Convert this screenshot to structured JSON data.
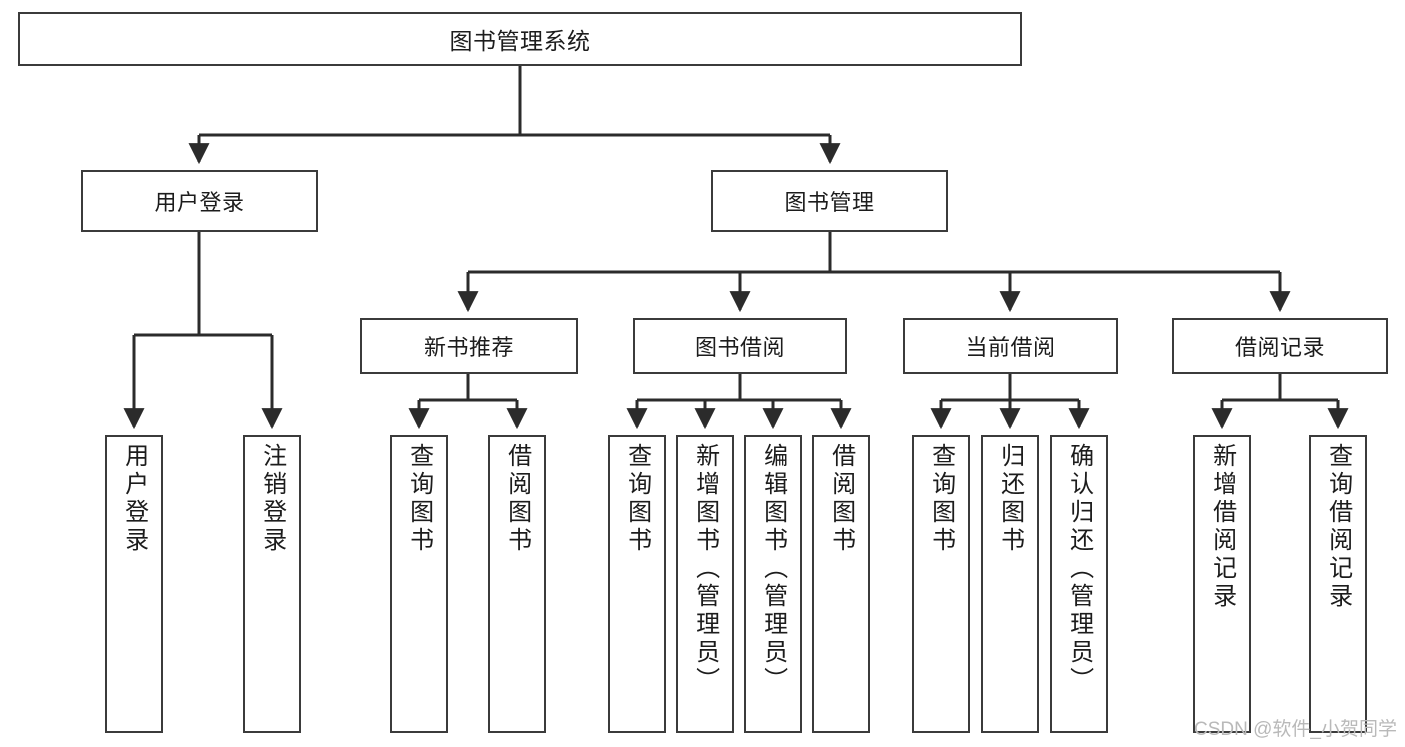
{
  "diagram": {
    "title": "图书管理系统",
    "watermark": "CSDN @软件_小贺同学",
    "stroke_color": "#3b3b3b",
    "background_color": "#ffffff",
    "text_color": "#1c1c1c",
    "watermark_color": "#b9b9b9",
    "root": {
      "label": "图书管理系统"
    },
    "level2": [
      {
        "label": "用户登录"
      },
      {
        "label": "图书管理"
      }
    ],
    "level3": [
      {
        "label": "新书推荐"
      },
      {
        "label": "图书借阅"
      },
      {
        "label": "当前借阅"
      },
      {
        "label": "借阅记录"
      }
    ],
    "leaves": {
      "user_login": [
        {
          "label": "用户登录"
        },
        {
          "label": "注销登录"
        }
      ],
      "new_book_recommend": [
        {
          "label": "查询图书"
        },
        {
          "label": "借阅图书"
        }
      ],
      "book_borrow": [
        {
          "label": "查询图书"
        },
        {
          "label": "新增图书（管理员）"
        },
        {
          "label": "编辑图书（管理员）"
        },
        {
          "label": "借阅图书"
        }
      ],
      "current_borrow": [
        {
          "label": "查询图书"
        },
        {
          "label": "归还图书"
        },
        {
          "label": "确认归还（管理员）"
        }
      ],
      "borrow_record": [
        {
          "label": "新增借阅记录"
        },
        {
          "label": "查询借阅记录"
        }
      ]
    }
  }
}
